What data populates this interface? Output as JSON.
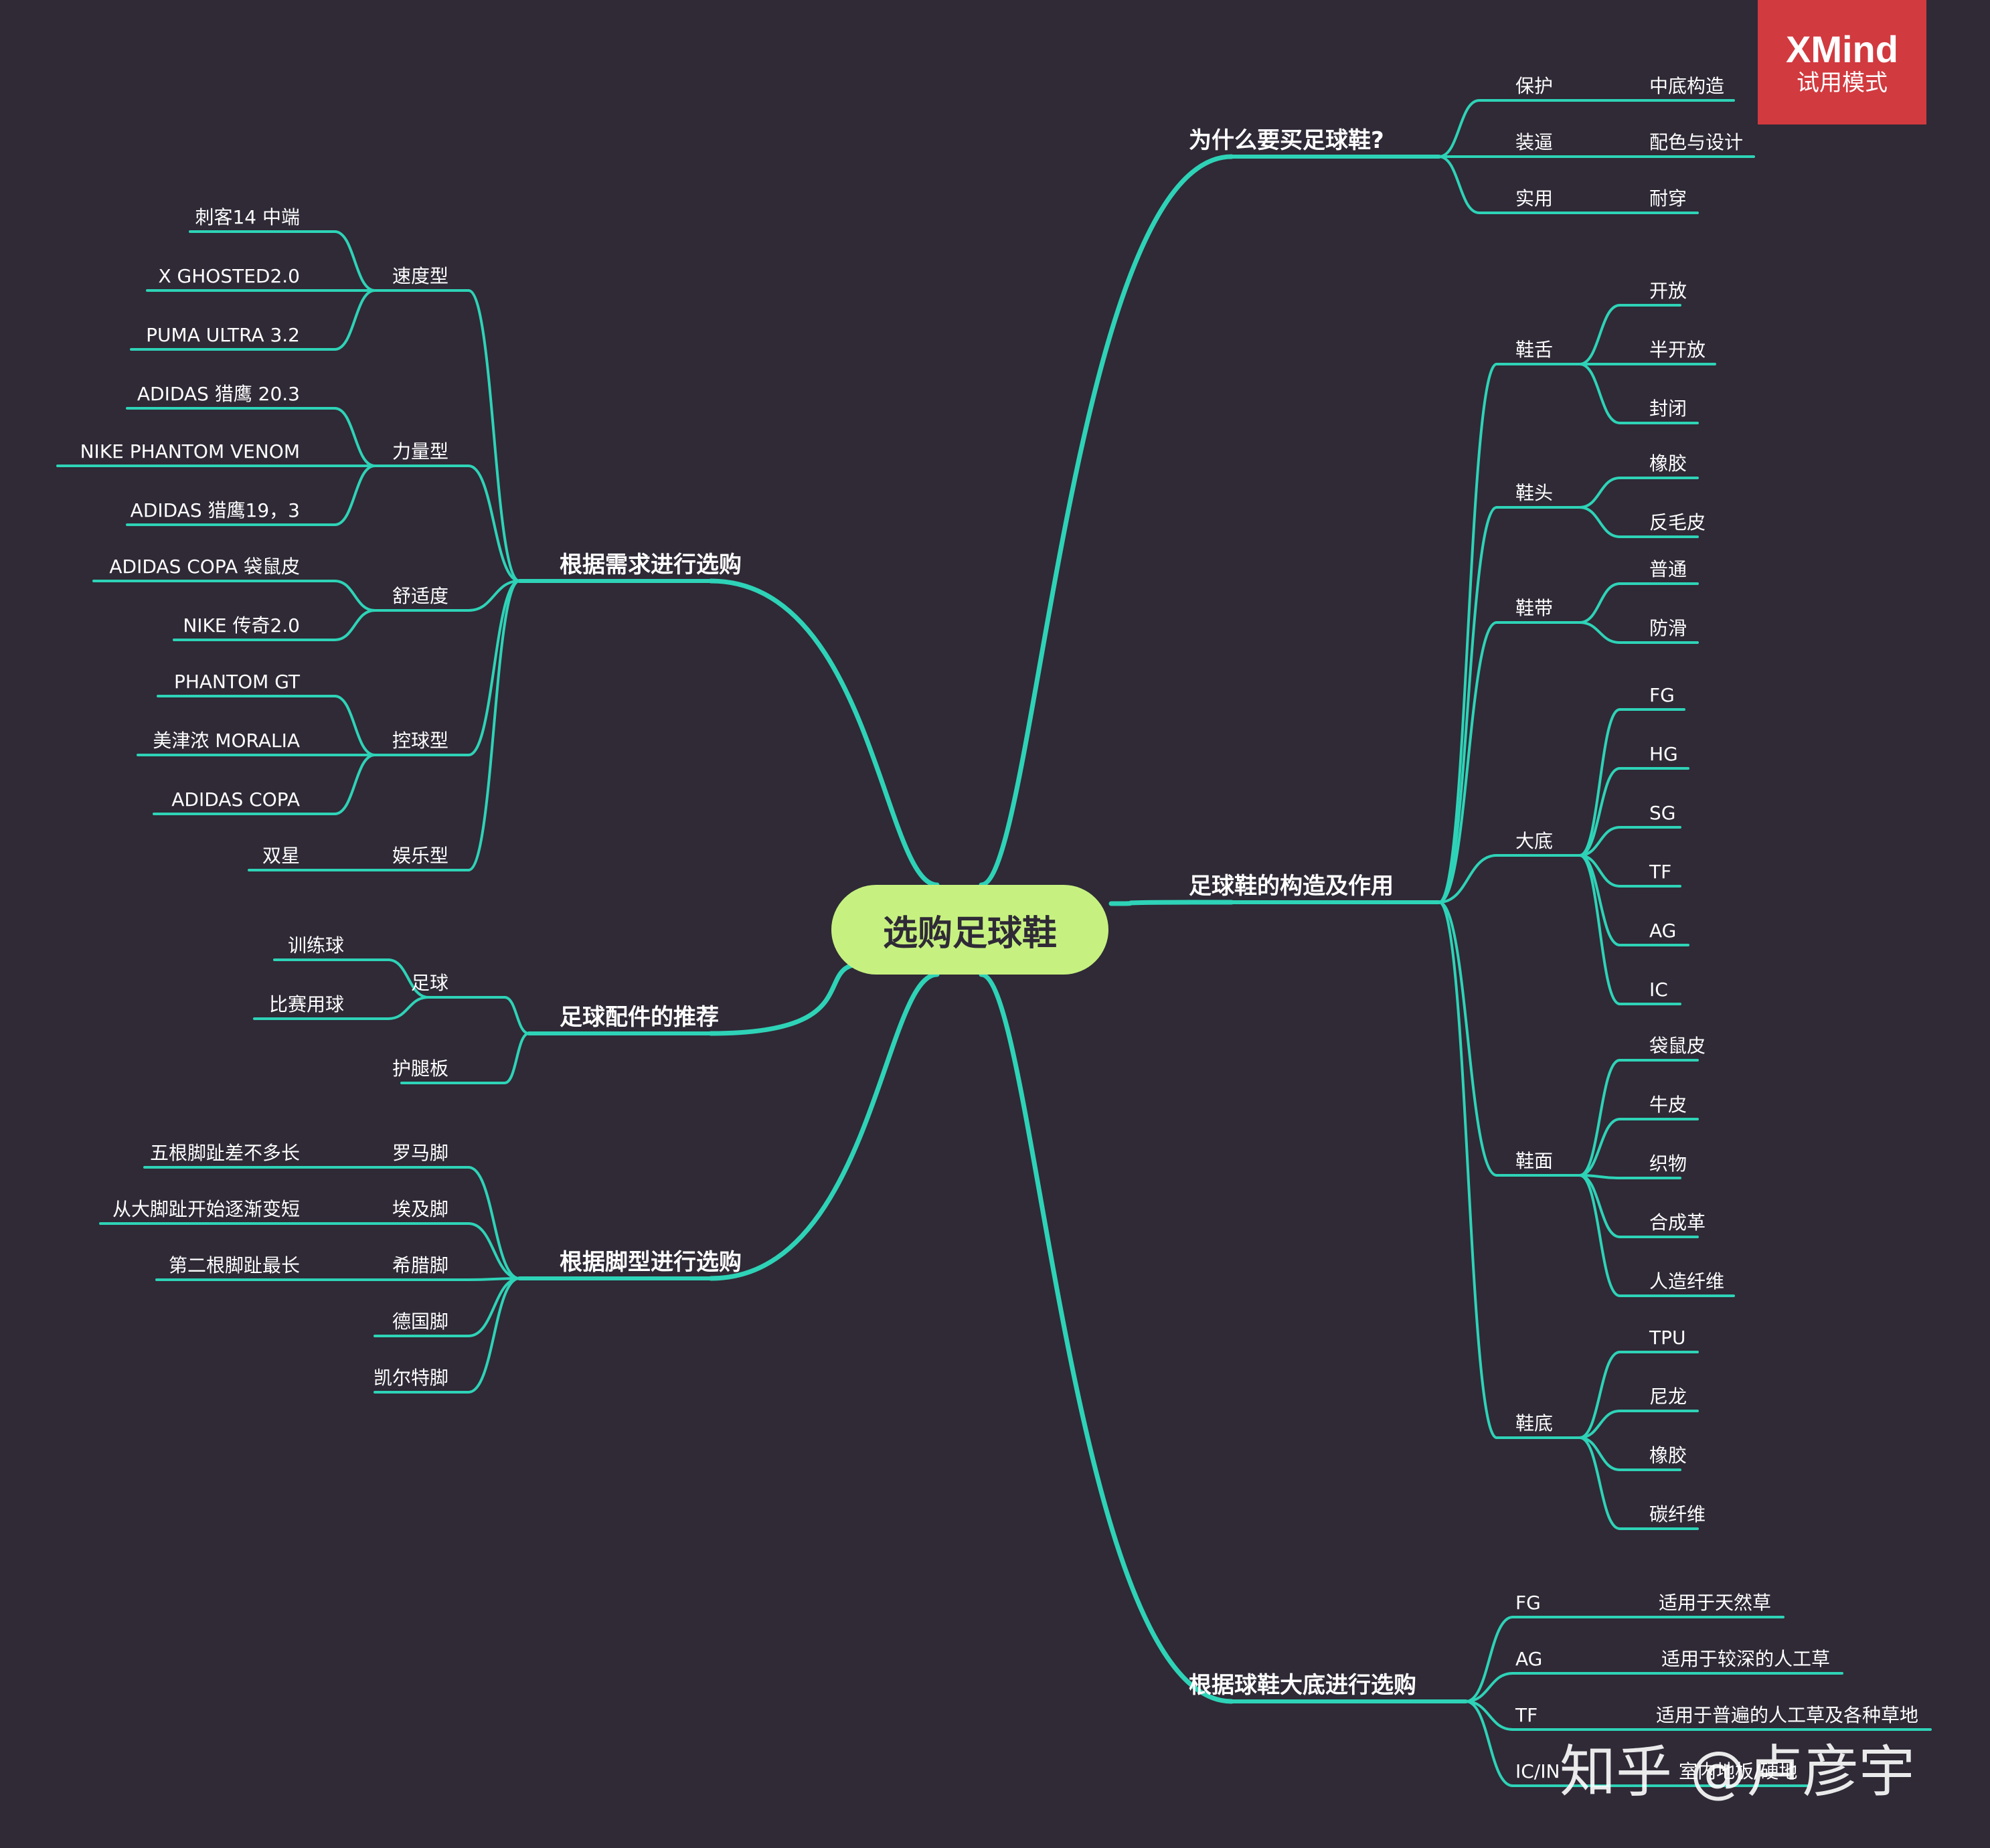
{
  "center": "选购足球鞋",
  "badge": {
    "title": "XMind",
    "subtitle": "试用模式"
  },
  "watermark": "知乎 @卢彦宇",
  "branches": [
    {
      "label": "为什么要买足球鞋?",
      "children": [
        {
          "label": "保护",
          "children": [
            {
              "label": "中底构造"
            }
          ]
        },
        {
          "label": "装逼",
          "children": [
            {
              "label": "配色与设计"
            }
          ]
        },
        {
          "label": "实用",
          "children": [
            {
              "label": "耐穿"
            }
          ]
        }
      ]
    },
    {
      "label": "足球鞋的构造及作用",
      "children": [
        {
          "label": "鞋舌",
          "children": [
            {
              "label": "开放"
            },
            {
              "label": "半开放"
            },
            {
              "label": "封闭"
            }
          ]
        },
        {
          "label": "鞋头",
          "children": [
            {
              "label": "橡胶"
            },
            {
              "label": "反毛皮"
            }
          ]
        },
        {
          "label": "鞋带",
          "children": [
            {
              "label": "普通"
            },
            {
              "label": "防滑"
            }
          ]
        },
        {
          "label": "大底",
          "children": [
            {
              "label": "FG"
            },
            {
              "label": "HG"
            },
            {
              "label": "SG"
            },
            {
              "label": "TF"
            },
            {
              "label": "AG"
            },
            {
              "label": "IC"
            }
          ]
        },
        {
          "label": "鞋面",
          "children": [
            {
              "label": "袋鼠皮"
            },
            {
              "label": "牛皮"
            },
            {
              "label": "织物"
            },
            {
              "label": "合成革"
            },
            {
              "label": "人造纤维"
            }
          ]
        },
        {
          "label": "鞋底",
          "children": [
            {
              "label": "TPU"
            },
            {
              "label": "尼龙"
            },
            {
              "label": "橡胶"
            },
            {
              "label": "碳纤维"
            }
          ]
        }
      ]
    },
    {
      "label": "根据球鞋大底进行选购",
      "children": [
        {
          "label": "FG",
          "children": [
            {
              "label": "适用于天然草"
            }
          ]
        },
        {
          "label": "AG",
          "children": [
            {
              "label": "适用于较深的人工草"
            }
          ]
        },
        {
          "label": "TF",
          "children": [
            {
              "label": "适用于普遍的人工草及各种草地"
            }
          ]
        },
        {
          "label": "IC/IN",
          "children": [
            {
              "label": "室内地板/硬地"
            }
          ]
        }
      ]
    },
    {
      "label": "根据需求进行选购",
      "children": [
        {
          "label": "速度型",
          "children": [
            {
              "label": "刺客14 中端"
            },
            {
              "label": "X GHOSTED2.0"
            },
            {
              "label": "PUMA ULTRA 3.2"
            }
          ]
        },
        {
          "label": "力量型",
          "children": [
            {
              "label": "ADIDAS 猎鹰 20.3"
            },
            {
              "label": "NIKE PHANTOM VENOM"
            },
            {
              "label": "ADIDAS 猎鹰19，3"
            }
          ]
        },
        {
          "label": "舒适度",
          "children": [
            {
              "label": "ADIDAS COPA 袋鼠皮"
            },
            {
              "label": "NIKE 传奇2.0"
            }
          ]
        },
        {
          "label": "控球型",
          "children": [
            {
              "label": "PHANTOM GT"
            },
            {
              "label": "美津浓 MORALIA"
            },
            {
              "label": "ADIDAS COPA"
            }
          ]
        },
        {
          "label": "娱乐型",
          "children": [
            {
              "label": "双星"
            }
          ]
        }
      ]
    },
    {
      "label": "足球配件的推荐",
      "children": [
        {
          "label": "足球",
          "children": [
            {
              "label": "训练球"
            },
            {
              "label": "比赛用球"
            }
          ]
        },
        {
          "label": "护腿板",
          "children": []
        }
      ]
    },
    {
      "label": "根据脚型进行选购",
      "children": [
        {
          "label": "罗马脚",
          "children": [
            {
              "label": "五根脚趾差不多长"
            }
          ]
        },
        {
          "label": "埃及脚",
          "children": [
            {
              "label": "从大脚趾开始逐渐变短"
            }
          ]
        },
        {
          "label": "希腊脚",
          "children": [
            {
              "label": "第二根脚趾最长"
            }
          ]
        },
        {
          "label": "德国脚",
          "children": []
        },
        {
          "label": "凯尔特脚",
          "children": []
        }
      ]
    }
  ]
}
